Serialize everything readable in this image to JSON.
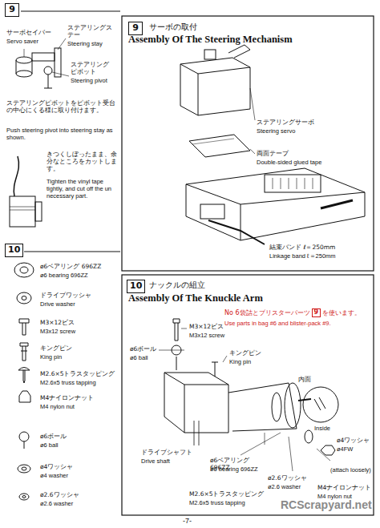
{
  "diagram": {
    "nodes": [
      {
        "text": [
          "9"
        ]
      },
      {
        "text": [
          "9"
        ]
      },
      {
        "text": [
          "10"
        ]
      },
      {
        "text": [
          "10"
        ]
      },
      {
        "text": [
          "9"
        ]
      }
    ],
    "labels": [
      "サーボセイバー",
      "Servo saver",
      "ステアリングステー",
      "Steering stay",
      "ステアリング ピボット",
      "Steering pivot",
      "ステアリングピボットをピボット受台の中心にくる様に取り付けます。",
      "Push steering pivot into steering stay as shown.",
      "きつくしぼったまま、余分なところをカットします。",
      "Tighten the vinyl tape tightly, and cut off the un necessary part.",
      "ø6ベアリング 696ZZ",
      "ø6 bearing 696ZZ",
      "ドライブワッシャ",
      "Drive washer",
      "M3×12ビス",
      "M3x12 screw",
      "キングピン",
      "King pin",
      "M2.6×5トラスタッピング",
      "M2.6x5 truss tapping",
      "M4ナイロンナット",
      "M4 nylon nut",
      "ø6ボール",
      "ø6 ball",
      "ø4ワッシャ",
      "ø4 washer",
      "ø2.6ワッシャ",
      "ø2.6 washer",
      "サーボの取付",
      "Assembly Of The Steering Mechanism",
      "ステアリングサーボ",
      "Steering servo",
      "両面テープ",
      "Double-sided glued tape",
      "結束バンド ℓ＝250mm",
      "Linkage band ℓ＝250mm",
      "ナックルの組立",
      "Assembly Of The Knuckle Arm",
      "No 6袋詰とブリスターパーツ",
      "を使います。",
      "Use parts in bag #6 and blister-pack #9.",
      "M3×12ビス",
      "M3x12 screw",
      "ø6ボール",
      "ø6 ball",
      "キングピン",
      "King pin",
      "内面",
      "Inside",
      "ø4ワッシャ",
      "ø4FW",
      "(attach loosely)",
      "ドライブシャフト",
      "Drive shaft",
      "ø6ベアリング 696ZZ",
      "ø6 bearing 696ZZ",
      "ø2.6ワッシャ",
      "ø2.6 washer",
      "M2.6×5トラスタッピング",
      "M2.6x5 truss tapping",
      "M4ナイロンナット",
      "M4 nylon nut",
      "-7-",
      "RCScrapyard.net"
    ]
  }
}
